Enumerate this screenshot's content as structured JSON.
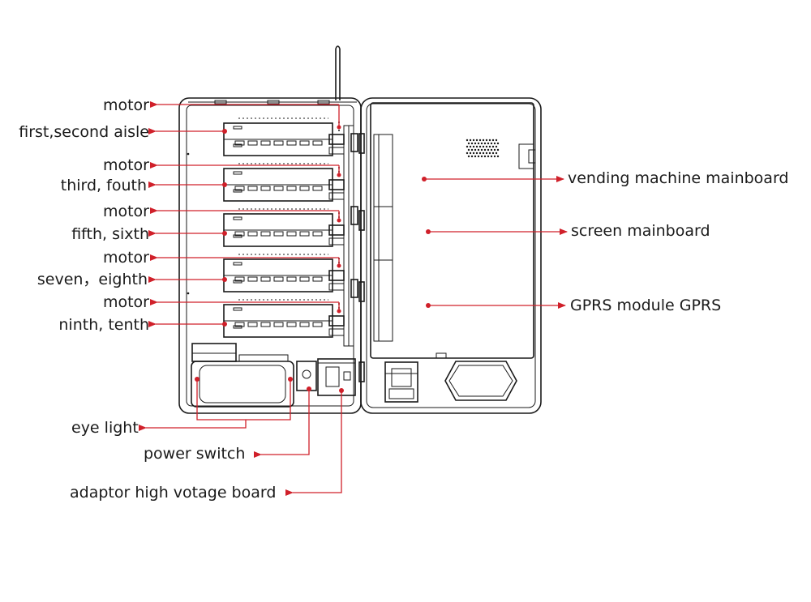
{
  "labels": {
    "motor_1": "motor",
    "aisle_1_2": "first,second aisle",
    "motor_2": "motor",
    "aisle_3_4": "third, fouth",
    "motor_3": "motor",
    "aisle_5_6": "fifth, sixth",
    "motor_4": "motor",
    "aisle_7_8": "seven，eighth",
    "motor_5": "motor",
    "aisle_9_10": "ninth, tenth",
    "eye_light": "eye light",
    "power_switch": "power switch",
    "adaptor_board": "adaptor high votage board",
    "vending_mainboard": "vending machine mainboard",
    "screen_mainboard": "screen mainboard",
    "gprs_module": "GPRS module GPRS"
  },
  "colors": {
    "callout": "#d0202a",
    "drawing": "#1a1a1a",
    "background": "#ffffff"
  }
}
